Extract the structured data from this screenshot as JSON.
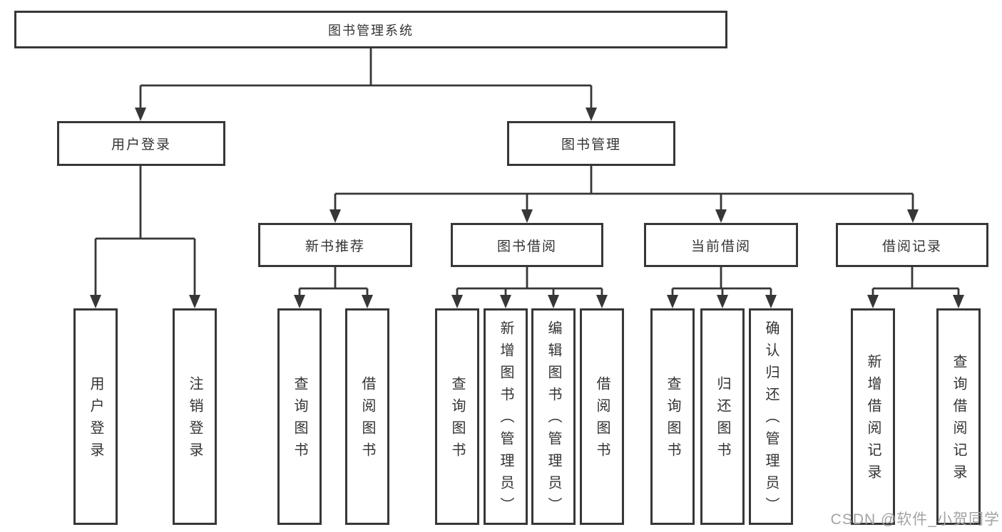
{
  "colors": {
    "line": "#373737",
    "text": "#333333",
    "background": "#ffffff",
    "watermark": "#a3a3a3"
  },
  "tree": {
    "root": {
      "label": "图书管理系统"
    },
    "branches": [
      {
        "label": "用户登录",
        "children": [
          {
            "label": "用户登录"
          },
          {
            "label": "注销登录"
          }
        ]
      },
      {
        "label": "图书管理",
        "children": [
          {
            "label": "新书推荐",
            "children": [
              {
                "label": "查询图书"
              },
              {
                "label": "借阅图书"
              }
            ]
          },
          {
            "label": "图书借阅",
            "children": [
              {
                "label": "查询图书"
              },
              {
                "label": "新增图书（管理员）"
              },
              {
                "label": "编辑图书（管理员）"
              },
              {
                "label": "借阅图书"
              }
            ]
          },
          {
            "label": "当前借阅",
            "children": [
              {
                "label": "查询图书"
              },
              {
                "label": "归还图书"
              },
              {
                "label": "确认归还（管理员）"
              }
            ]
          },
          {
            "label": "借阅记录",
            "children": [
              {
                "label": "新增借阅记录"
              },
              {
                "label": "查询借阅记录"
              }
            ]
          }
        ]
      }
    ]
  },
  "watermark": "CSDN @软件_小贺同学"
}
